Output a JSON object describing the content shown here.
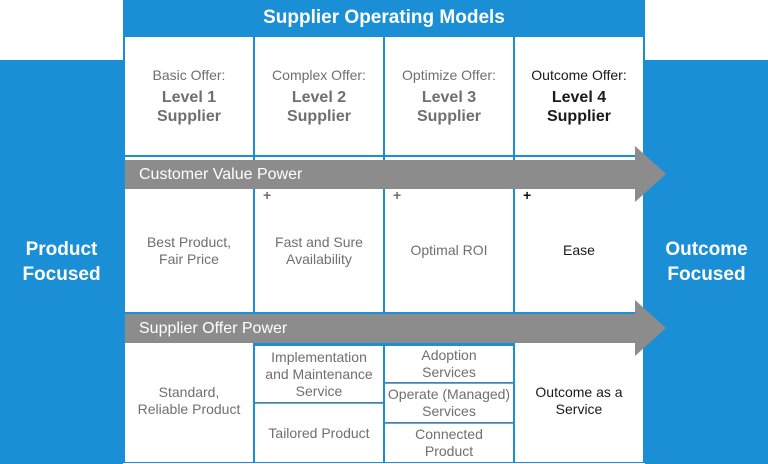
{
  "header": {
    "title": "Supplier Operating Models"
  },
  "left_label": {
    "line1": "Product",
    "line2": "Focused"
  },
  "right_label": {
    "line1": "Outcome",
    "line2": "Focused"
  },
  "levels": [
    {
      "offer": "Basic Offer:",
      "level": "Level 1",
      "supplier": "Supplier"
    },
    {
      "offer": "Complex Offer:",
      "level": "Level 2",
      "supplier": "Supplier"
    },
    {
      "offer": "Optimize Offer:",
      "level": "Level 3",
      "supplier": "Supplier"
    },
    {
      "offer": "Outcome Offer:",
      "level": "Level 4",
      "supplier": "Supplier"
    }
  ],
  "arrows": {
    "customer_value": "Customer Value Power",
    "supplier_offer": "Supplier Offer Power"
  },
  "customer_value_row": [
    {
      "plus": "",
      "line1": "Best Product,",
      "line2": "Fair Price"
    },
    {
      "plus": "+",
      "line1": "Fast and Sure",
      "line2": "Availability"
    },
    {
      "plus": "+",
      "line1": "Optimal ROI",
      "line2": ""
    },
    {
      "plus": "+",
      "line1": "Ease",
      "line2": ""
    }
  ],
  "supplier_offer_row": {
    "col1": {
      "line1": "Standard,",
      "line2": "Reliable Product"
    },
    "col2": {
      "top": {
        "line1": "Implementation",
        "line2": "and Maintenance",
        "line3": "Service"
      },
      "bottom": {
        "line1": "Tailored Product"
      }
    },
    "col3": {
      "top": {
        "line1": "Adoption",
        "line2": "Services"
      },
      "middle": {
        "line1": "Operate (Managed)",
        "line2": "Services"
      },
      "bottom": {
        "line1": "Connected",
        "line2": "Product"
      }
    },
    "col4": {
      "line1": "Outcome as a",
      "line2": "Service"
    }
  },
  "colors": {
    "brand_blue": "#1b8fd6",
    "arrow_gray": "#8c8c8c",
    "text_gray": "#6f6f6f"
  }
}
